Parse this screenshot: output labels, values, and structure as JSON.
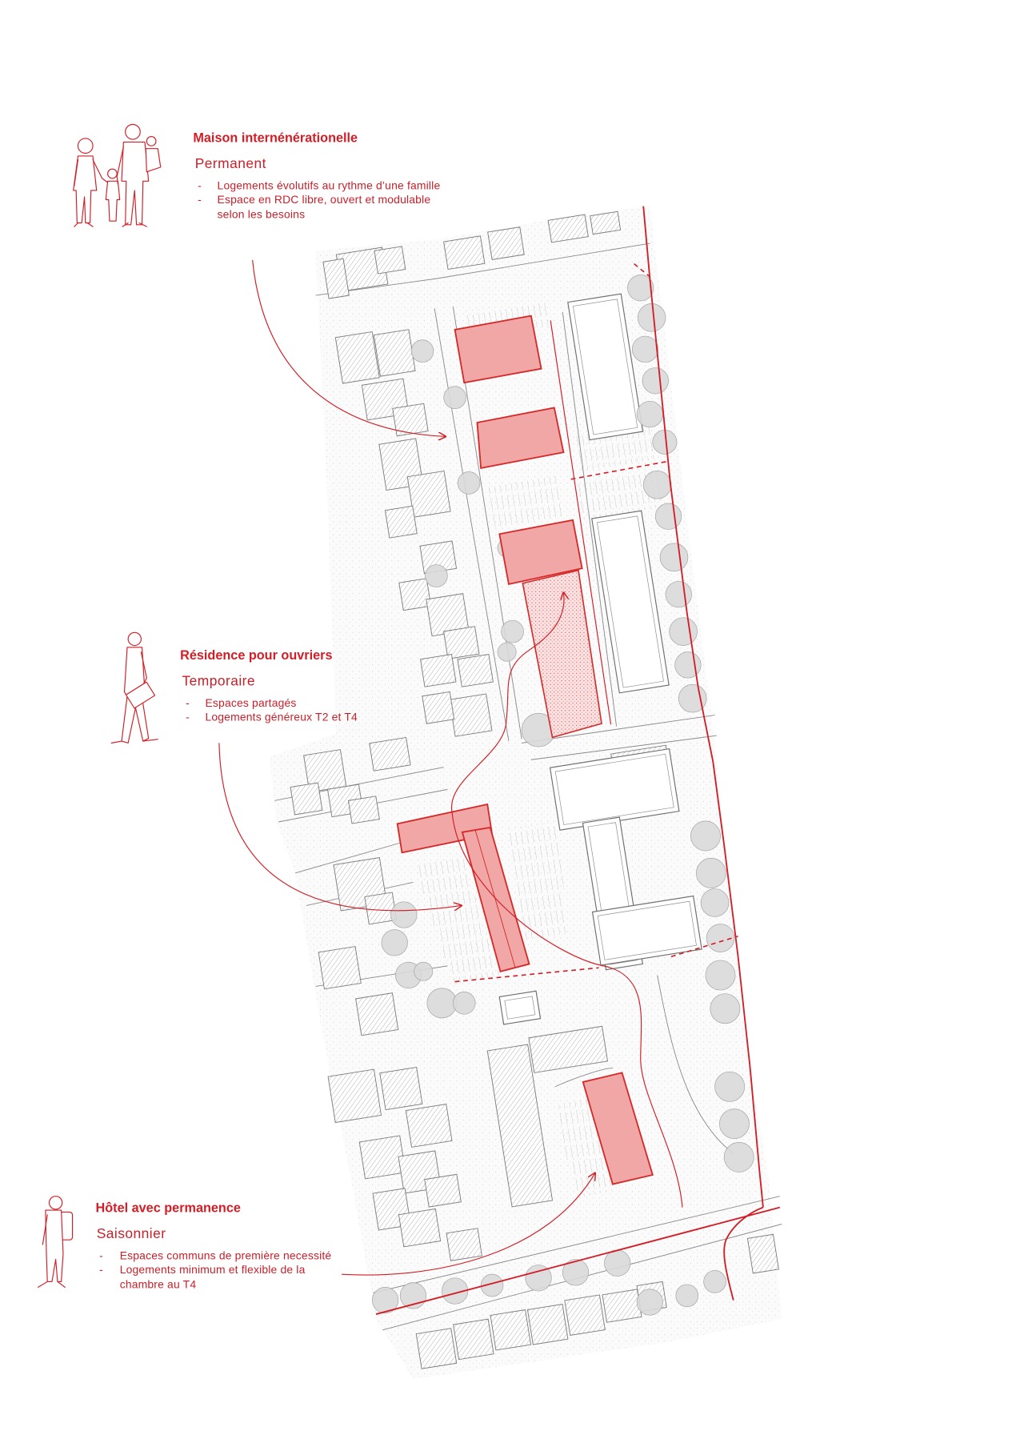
{
  "colors": {
    "accent": "#d21e26",
    "text_red": "#c9202a",
    "block_fill": "#f2a7a7",
    "block_stroke": "#d42b2b",
    "map_line": "#8a8a8a",
    "tree_fill": "#d9d9d9",
    "background": "#ffffff"
  },
  "bullet_marker": "-",
  "programs": [
    {
      "title": "Maison internénérationelle",
      "occupancy": "Permanent",
      "icon": "family-figure-icon",
      "bullets": [
        {
          "lines": [
            "Logements évolutifs au rythme d’une famille"
          ]
        },
        {
          "lines": [
            "Espace en RDC libre, ouvert et modulable",
            "selon les besoins"
          ]
        }
      ]
    },
    {
      "title": "Résidence pour ouvriers",
      "occupancy": "Temporaire",
      "icon": "worker-figure-icon",
      "bullets": [
        {
          "lines": [
            "Espaces partagés"
          ]
        },
        {
          "lines": [
            "Logements généreux T2 et T4"
          ]
        }
      ]
    },
    {
      "title": "Hôtel avec permanence",
      "occupancy": "Saisonnier",
      "icon": "traveler-figure-icon",
      "bullets": [
        {
          "lines": [
            "Espaces communs de première necessité"
          ]
        },
        {
          "lines": [
            "Logements minimum et flexible de la",
            "chambre au T4"
          ]
        }
      ]
    }
  ]
}
